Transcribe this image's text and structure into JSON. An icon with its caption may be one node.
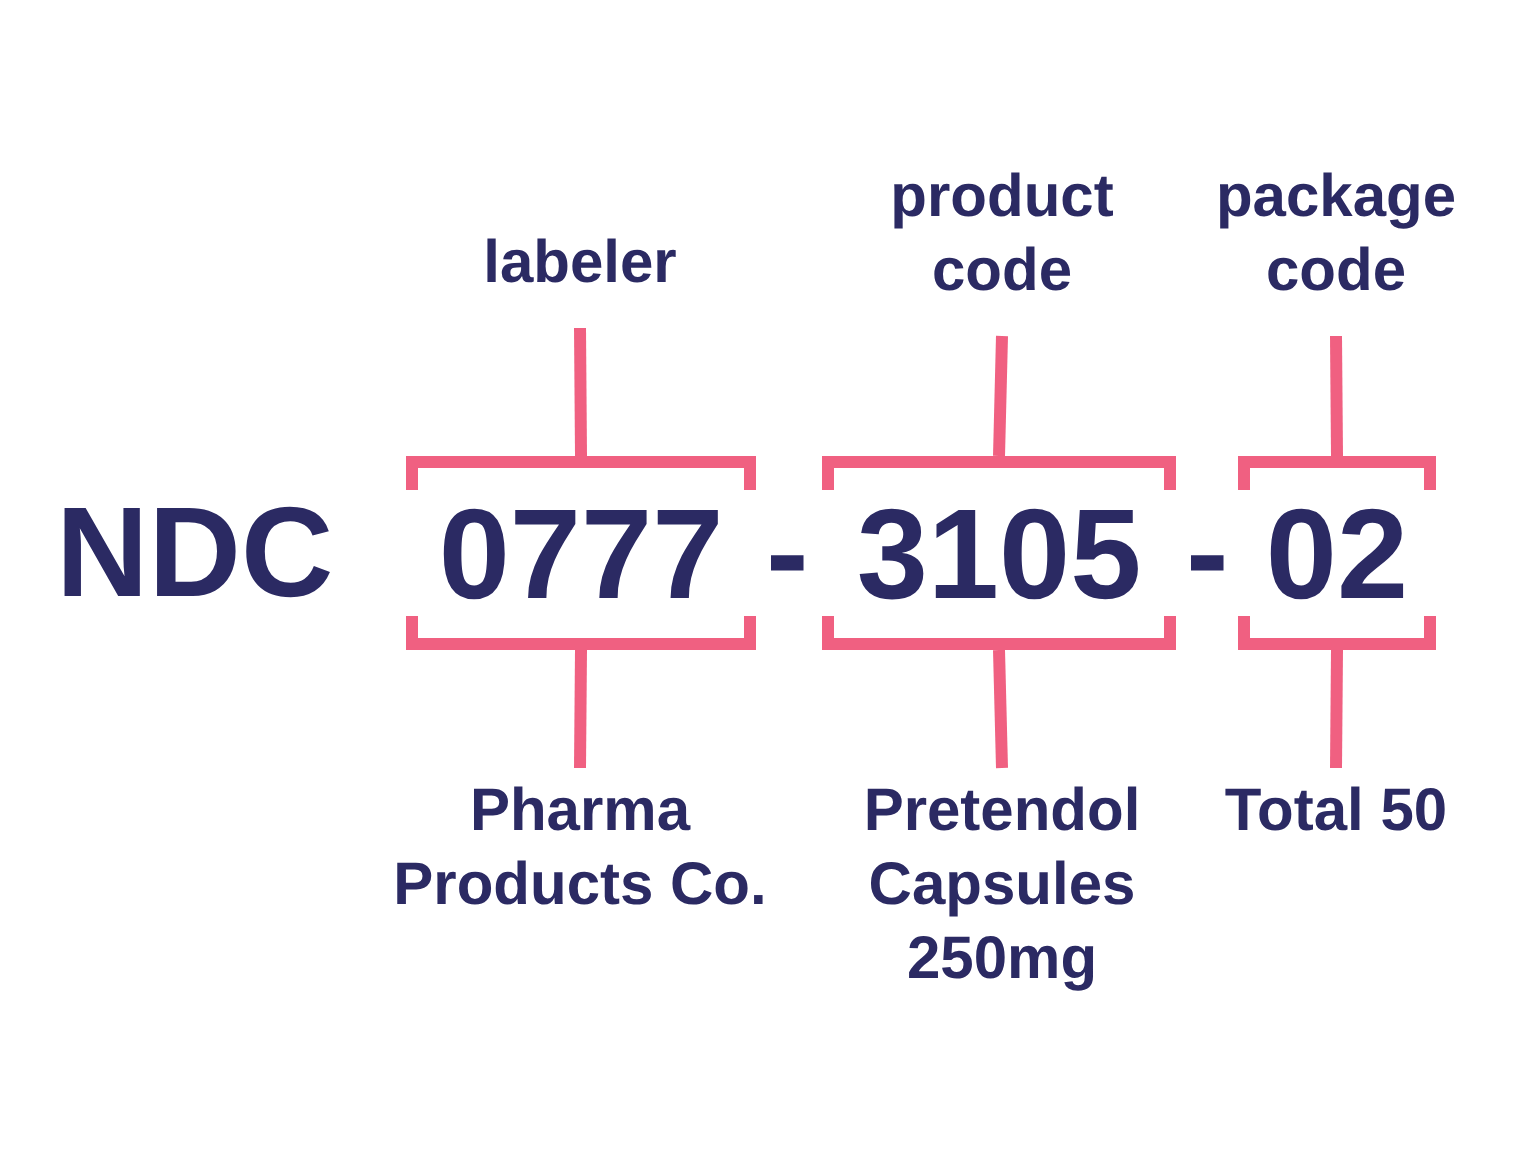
{
  "diagram": {
    "nodes": [
      {
        "text": [
          "labeler"
        ]
      },
      {
        "text": [
          "product code"
        ]
      },
      {
        "text": [
          "package code"
        ]
      },
      {
        "text": [
          "0777"
        ]
      },
      {
        "text": [
          "3105"
        ]
      },
      {
        "text": [
          "02"
        ]
      },
      {
        "text": [
          "Pharma Products Co."
        ]
      },
      {
        "text": [
          "Pretendol Capsules 250mg"
        ]
      },
      {
        "text": [
          "Total 50"
        ]
      }
    ],
    "edges": [
      {
        "from": 0,
        "to": 3,
        "arrow": "none"
      },
      {
        "from": 1,
        "to": 4,
        "arrow": "none"
      },
      {
        "from": 2,
        "to": 5,
        "arrow": "none"
      },
      {
        "from": 3,
        "to": 6,
        "arrow": "none"
      },
      {
        "from": 4,
        "to": 7,
        "arrow": "none"
      },
      {
        "from": 5,
        "to": 8,
        "arrow": "none"
      }
    ],
    "labels": [
      "NDC",
      "-",
      "-"
    ]
  }
}
